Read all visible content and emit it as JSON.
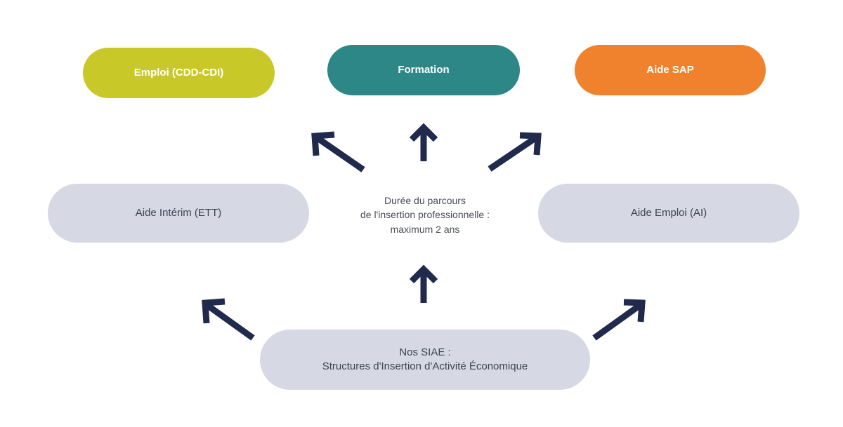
{
  "top_row": {
    "emploi": "Emploi (CDD-CDI)",
    "formation": "Formation",
    "aide_sap": "Aide SAP"
  },
  "middle_row": {
    "interim": "Aide Intérim (ETT)",
    "emploi_ai": "Aide Emploi (AI)"
  },
  "center": {
    "line1": "Durée du parcours",
    "line2": "de l'insertion professionnelle :",
    "line3": "maximum 2 ans"
  },
  "bottom": {
    "line1": "Nos SIAE :",
    "line2": "Structures d'Insertion d'Activité Économique"
  },
  "colors": {
    "emploi": "#c8c929",
    "formation": "#2e8787",
    "aide_sap": "#f0822d",
    "grey_pill": "#d6d9e4",
    "arrow": "#1f2a4d"
  }
}
